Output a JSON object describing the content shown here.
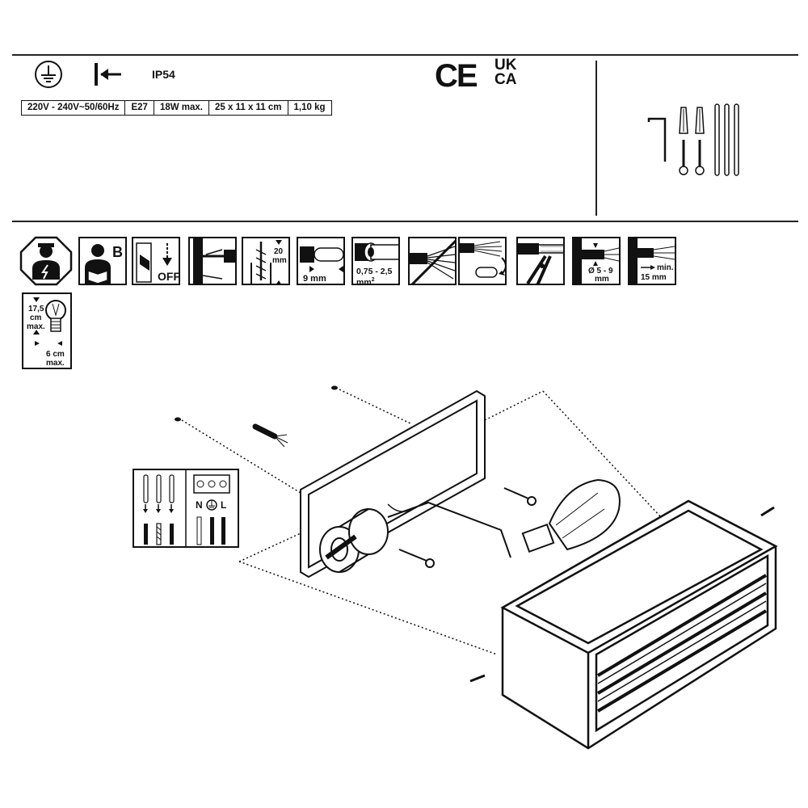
{
  "header": {
    "ip_rating": "IP54",
    "specs": [
      "220V - 240V~50/60Hz",
      "E27",
      "18W max.",
      "25 x 11 x 11 cm",
      "1,10 kg"
    ],
    "marks": {
      "ce": "CE",
      "ukca_top": "UK",
      "ukca_bottom": "CA"
    },
    "symbols": [
      "earth-ground-icon",
      "wall-mount-direction-icon"
    ]
  },
  "hardware": [
    "hex-key",
    "wall-plug",
    "wall-plug",
    "screw",
    "screw",
    "rod",
    "rod",
    "rod"
  ],
  "icons": {
    "reader_badge": "B",
    "off_label": "OFF",
    "drill_depth": [
      "20",
      "mm"
    ],
    "strip_length": "9 mm",
    "cable_section": [
      "0,75 - 2,5",
      "mm",
      "2"
    ],
    "cable_diameter": [
      "Ø 5 - 9",
      "mm"
    ],
    "min_length": [
      "min.",
      "15 mm"
    ],
    "bulb_height": [
      "17,5",
      "cm",
      "max."
    ],
    "bulb_width": [
      "6 cm",
      "max."
    ]
  },
  "wiring": {
    "terminal_left": "N",
    "terminal_right": "L"
  }
}
